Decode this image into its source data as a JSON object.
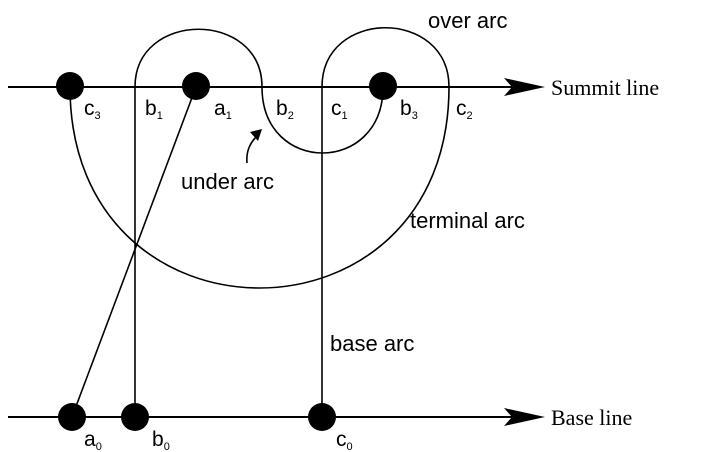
{
  "lines": {
    "summit": "Summit line",
    "base": "Base line"
  },
  "arcs": {
    "over": "over arc",
    "under": "under arc",
    "terminal": "terminal arc",
    "base": "base arc"
  },
  "points": {
    "c3": {
      "letter": "c",
      "sub": "3"
    },
    "b1": {
      "letter": "b",
      "sub": "1"
    },
    "a1": {
      "letter": "a",
      "sub": "1"
    },
    "b2": {
      "letter": "b",
      "sub": "2"
    },
    "c1": {
      "letter": "c",
      "sub": "1"
    },
    "b3": {
      "letter": "b",
      "sub": "3"
    },
    "c2": {
      "letter": "c",
      "sub": "2"
    },
    "a0": {
      "letter": "a",
      "sub": "0"
    },
    "b0": {
      "letter": "b",
      "sub": "0"
    },
    "c0": {
      "letter": "c",
      "sub": "0"
    }
  }
}
